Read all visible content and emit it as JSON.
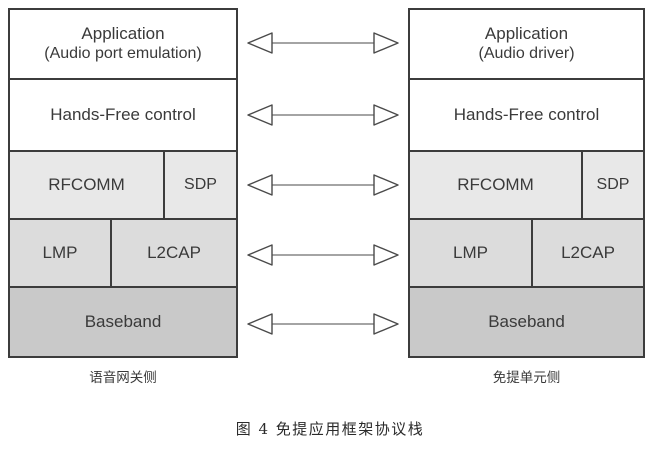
{
  "figure": {
    "caption": "图 4 免提应用框架协议栈"
  },
  "colors": {
    "border": "#3c3c3c",
    "text": "#3a3a3a",
    "fill_white": "#ffffff",
    "fill_light": "#e8e8e8",
    "fill_medium": "#dcdcdc",
    "fill_dark": "#c9c9c9"
  },
  "left_stack": {
    "caption": "语音网关侧",
    "layers": [
      {
        "name": "application",
        "cells": [
          {
            "label": "Application",
            "sublabel": "(Audio port emulation)"
          }
        ]
      },
      {
        "name": "hands-free-control",
        "cells": [
          {
            "label": "Hands-Free control"
          }
        ]
      },
      {
        "name": "rfcomm-sdp",
        "cells": [
          {
            "label": "RFCOMM"
          },
          {
            "label": "SDP"
          }
        ]
      },
      {
        "name": "lmp-l2cap",
        "cells": [
          {
            "label": "LMP"
          },
          {
            "label": "L2CAP"
          }
        ]
      },
      {
        "name": "baseband",
        "cells": [
          {
            "label": "Baseband"
          }
        ]
      }
    ]
  },
  "right_stack": {
    "caption": "免提单元侧",
    "layers": [
      {
        "name": "application",
        "cells": [
          {
            "label": "Application",
            "sublabel": "(Audio driver)"
          }
        ]
      },
      {
        "name": "hands-free-control",
        "cells": [
          {
            "label": "Hands-Free control"
          }
        ]
      },
      {
        "name": "rfcomm-sdp",
        "cells": [
          {
            "label": "RFCOMM"
          },
          {
            "label": "SDP"
          }
        ]
      },
      {
        "name": "lmp-l2cap",
        "cells": [
          {
            "label": "LMP"
          },
          {
            "label": "L2CAP"
          }
        ]
      },
      {
        "name": "baseband",
        "cells": [
          {
            "label": "Baseband"
          }
        ]
      }
    ]
  },
  "connectors": [
    {
      "name": "application-link",
      "style": "bidirectional"
    },
    {
      "name": "hands-free-control-link",
      "style": "bidirectional"
    },
    {
      "name": "rfcomm-link",
      "style": "bidirectional"
    },
    {
      "name": "lmp-l2cap-link",
      "style": "bidirectional"
    },
    {
      "name": "baseband-link",
      "style": "bidirectional"
    }
  ]
}
